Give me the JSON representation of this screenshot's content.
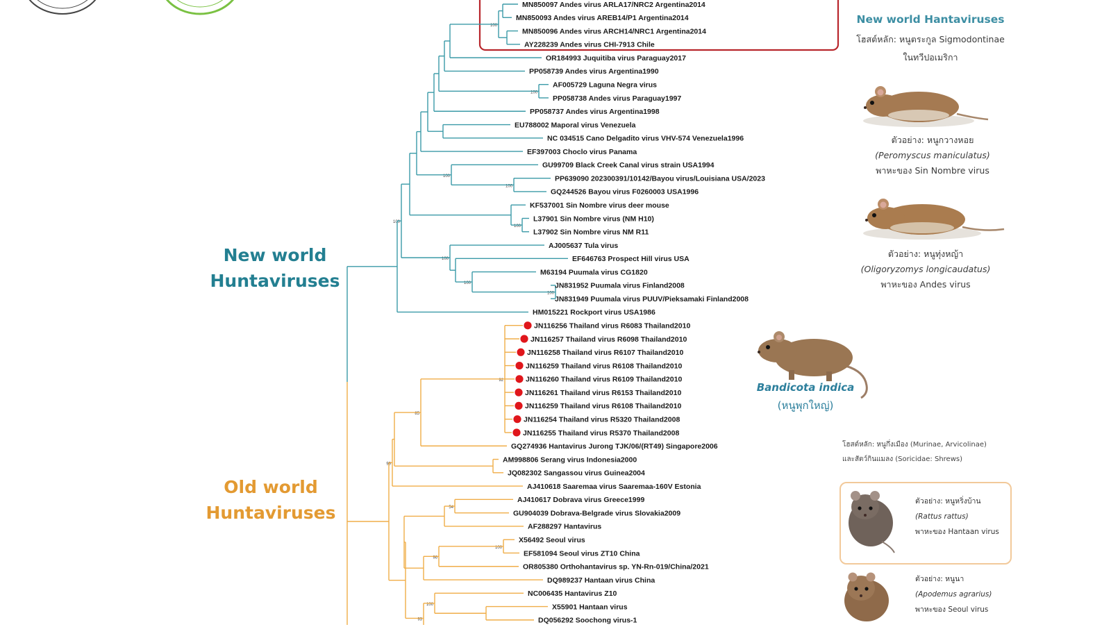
{
  "groups": {
    "new_world": [
      "New world",
      "Huntaviruses"
    ],
    "old_world": [
      "Old world",
      "Huntaviruses"
    ]
  },
  "colors": {
    "new_world": "#3a9aa7",
    "old_world": "#f0ad48",
    "highlight_box": "#b8262c",
    "thai_dot": "#e0161b",
    "old_world_box": "#f2c99a"
  },
  "legend": {
    "title": "New world Hantaviruses",
    "host_line1": "โฮสต์หลัก: หนูตระกูล Sigmodontinae",
    "host_line2": "ในทวีปอเมริกา"
  },
  "host_panels": [
    {
      "label": "ตัวอย่าง: หนูกวางหอย",
      "scientific": "(Peromyscus maniculatus)",
      "vector": "พาหะของ Sin Nombre virus",
      "icon": "mouse-icon"
    },
    {
      "label": "ตัวอย่าง: หนูทุ่งหญ้า",
      "scientific": "(Oligoryzomys longicaudatus)",
      "vector": "พาหะของ Andes virus",
      "icon": "mouse-icon"
    }
  ],
  "bandicota": {
    "scientific": "Bandicota indica",
    "common": "(หนูพุกใหญ่)",
    "icon": "rat-icon"
  },
  "old_world_host": {
    "line1": "โฮสต์หลัก: หนูกึ่งเมือง (Murinae, Arvicolinae)",
    "line2": "และสัตว์กินแมลง (Soricidae: Shrews)"
  },
  "old_world_examples": [
    {
      "label": "ตัวอย่าง: หนูหริ่งบ้าน",
      "scientific": "(Rattus rattus)",
      "vector": "พาหะของ Hantaan virus",
      "icon": "rat-icon"
    },
    {
      "label": "ตัวอย่าง: หนูนา",
      "scientific": "(Apodemus agrarius)",
      "vector": "พาหะของ Seoul virus",
      "icon": "mouse-icon"
    }
  ],
  "chart_data": {
    "type": "phylogenetic-tree",
    "highlighted_group": "New world Hantaviruses",
    "marked_with_red_dots": "Thailand virus isolates",
    "leaves": [
      {
        "label": "MN850097 Andes virus ARLA17/NRC2 Argentina2014",
        "group": "new_world"
      },
      {
        "label": "MN850093 Andes virus AREB14/P1 Argentina2014",
        "group": "new_world"
      },
      {
        "label": "MN850096 Andes virus ARCH14/NRC1 Argentina2014",
        "group": "new_world"
      },
      {
        "label": "AY228239 Andes virus CHI-7913 Chile",
        "group": "new_world"
      },
      {
        "label": "OR184993 Juquitiba virus Paraguay2017",
        "group": "new_world"
      },
      {
        "label": "PP058739 Andes virus Argentina1990",
        "group": "new_world"
      },
      {
        "label": "AF005729 Laguna Negra virus",
        "group": "new_world"
      },
      {
        "label": "PP058738 Andes virus Paraguay1997",
        "group": "new_world"
      },
      {
        "label": "PP058737 Andes virus Argentina1998",
        "group": "new_world"
      },
      {
        "label": "EU788002 Maporal virus Venezuela",
        "group": "new_world"
      },
      {
        "label": "NC 034515 Cano Delgadito virus VHV-574 Venezuela1996",
        "group": "new_world"
      },
      {
        "label": "EF397003 Choclo virus Panama",
        "group": "new_world"
      },
      {
        "label": "GU99709 Black Creek Canal virus strain USA1994",
        "group": "new_world"
      },
      {
        "label": "PP639090 202300391/10142/Bayou virus/Louisiana USA/2023",
        "group": "new_world"
      },
      {
        "label": "GQ244526 Bayou virus F0260003 USA1996",
        "group": "new_world"
      },
      {
        "label": "KF537001 Sin Nombre virus deer mouse",
        "group": "new_world"
      },
      {
        "label": "L37901 Sin Nombre virus (NM H10)",
        "group": "new_world"
      },
      {
        "label": "L37902 Sin Nombre virus NM R11",
        "group": "new_world"
      },
      {
        "label": "AJ005637 Tula virus",
        "group": "new_world"
      },
      {
        "label": "EF646763 Prospect Hill virus USA",
        "group": "new_world"
      },
      {
        "label": "M63194 Puumala virus CG1820",
        "group": "new_world"
      },
      {
        "label": "JN831952 Puumala virus Finland2008",
        "group": "new_world"
      },
      {
        "label": "JN831949 Puumala virus PUUV/Pieksamaki Finland2008",
        "group": "new_world"
      },
      {
        "label": "HM015221 Rockport virus USA1986",
        "group": "new_world"
      },
      {
        "label": "JN116256 Thailand virus R6083 Thailand2010",
        "group": "old_world",
        "marked": true
      },
      {
        "label": "JN116257 Thailand virus R6098 Thailand2010",
        "group": "old_world",
        "marked": true
      },
      {
        "label": "JN116258 Thailand virus R6107 Thailand2010",
        "group": "old_world",
        "marked": true
      },
      {
        "label": "JN116259 Thailand virus R6108 Thailand2010",
        "group": "old_world",
        "marked": true
      },
      {
        "label": "JN116260 Thailand virus R6109 Thailand2010",
        "group": "old_world",
        "marked": true
      },
      {
        "label": "JN116261 Thailand virus R6153 Thailand2010",
        "group": "old_world",
        "marked": true
      },
      {
        "label": "JN116259 Thailand virus R6108 Thailand2010",
        "group": "old_world",
        "marked": true
      },
      {
        "label": "JN116254 Thailand virus R5320 Thailand2008",
        "group": "old_world",
        "marked": true
      },
      {
        "label": "JN116255 Thailand virus R5370 Thailand2008",
        "group": "old_world",
        "marked": true
      },
      {
        "label": "GQ274936 Hantavirus Jurong TJK/06/(RT49) Singapore2006",
        "group": "old_world"
      },
      {
        "label": "AM998806 Serang virus Indonesia2000",
        "group": "old_world"
      },
      {
        "label": "JQ082302 Sangassou virus Guinea2004",
        "group": "old_world"
      },
      {
        "label": "AJ410618 Saaremaa virus Saaremaa-160V Estonia",
        "group": "old_world"
      },
      {
        "label": "AJ410617 Dobrava virus Greece1999",
        "group": "old_world"
      },
      {
        "label": "GU904039 Dobrava-Belgrade virus Slovakia2009",
        "group": "old_world"
      },
      {
        "label": "AF288297 Hantavirus",
        "group": "old_world"
      },
      {
        "label": "X56492 Seoul virus",
        "group": "old_world"
      },
      {
        "label": "EF581094 Seoul virus ZT10 China",
        "group": "old_world"
      },
      {
        "label": "OR805380 Orthohantavirus sp. YN-Rn-019/China/2021",
        "group": "old_world"
      },
      {
        "label": "DQ989237 Hantaan virus China",
        "group": "old_world"
      },
      {
        "label": "NC006435 Hantavirus Z10",
        "group": "old_world"
      },
      {
        "label": "X55901 Hantaan virus",
        "group": "old_world"
      },
      {
        "label": "DQ056292 Soochong virus-1",
        "group": "old_world"
      }
    ],
    "bootstrap_labels": [
      "100",
      "100",
      "100",
      "100",
      "100",
      "100",
      "100",
      "100",
      "100",
      "92",
      "85",
      "99",
      "54",
      "100",
      "96",
      "100",
      "93"
    ]
  }
}
